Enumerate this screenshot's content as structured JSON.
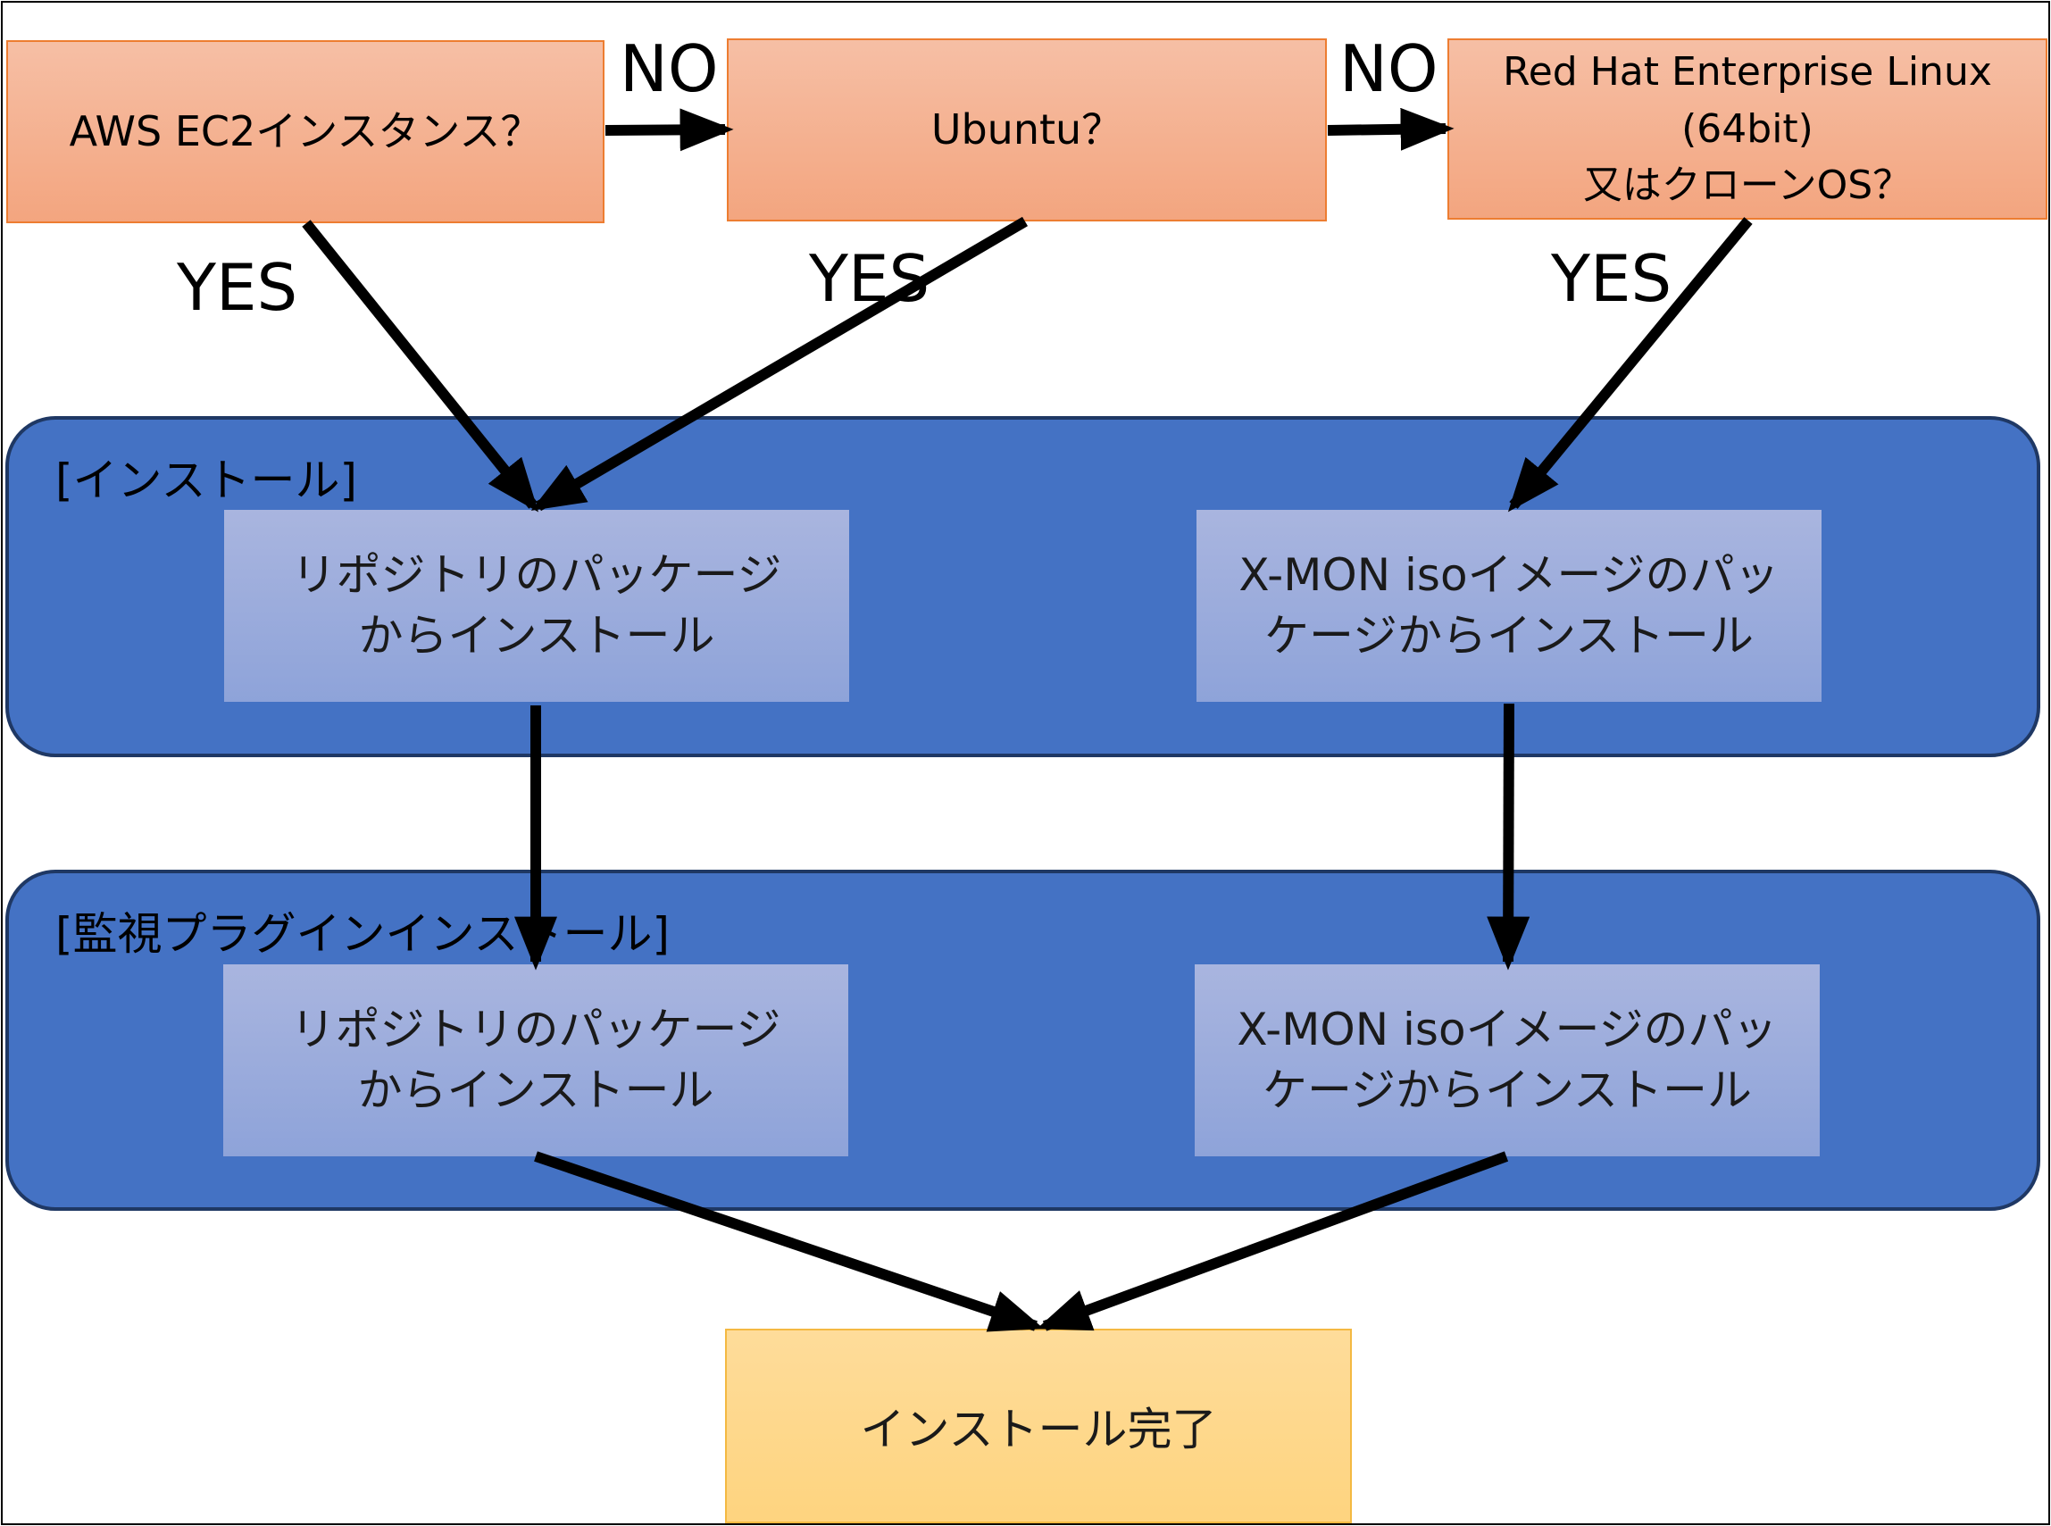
{
  "decisions": {
    "aws": "AWS EC2インスタンス？",
    "ubuntu": "Ubuntu？",
    "rhel_line1": "Red Hat Enterprise Linux",
    "rhel_line2": "(64bit)",
    "rhel_line3": "又はクローンOS？"
  },
  "labels": {
    "no1": "NO",
    "no2": "NO",
    "yes1": "YES",
    "yes2": "YES",
    "yes3": "YES"
  },
  "install_panel": {
    "title": "[インストール]",
    "left_line1": "リポジトリのパッケージ",
    "left_line2": "からインストール",
    "right_line1": "X-MON isoイメージのパッ",
    "right_line2": "ケージからインストール"
  },
  "plugin_panel": {
    "title": "[監視プラグインインストール]",
    "left_line1": "リポジトリのパッケージ",
    "left_line2": "からインストール",
    "right_line1": "X-MON isoイメージのパッ",
    "right_line2": "ケージからインストール"
  },
  "end_box": "インストール完了",
  "colors": {
    "decision_fill": "#f4b183",
    "decision_border": "#ed7d31",
    "panel_fill": "#4472c4",
    "step_fill": "#9fb0df",
    "end_fill": "#fed980"
  }
}
